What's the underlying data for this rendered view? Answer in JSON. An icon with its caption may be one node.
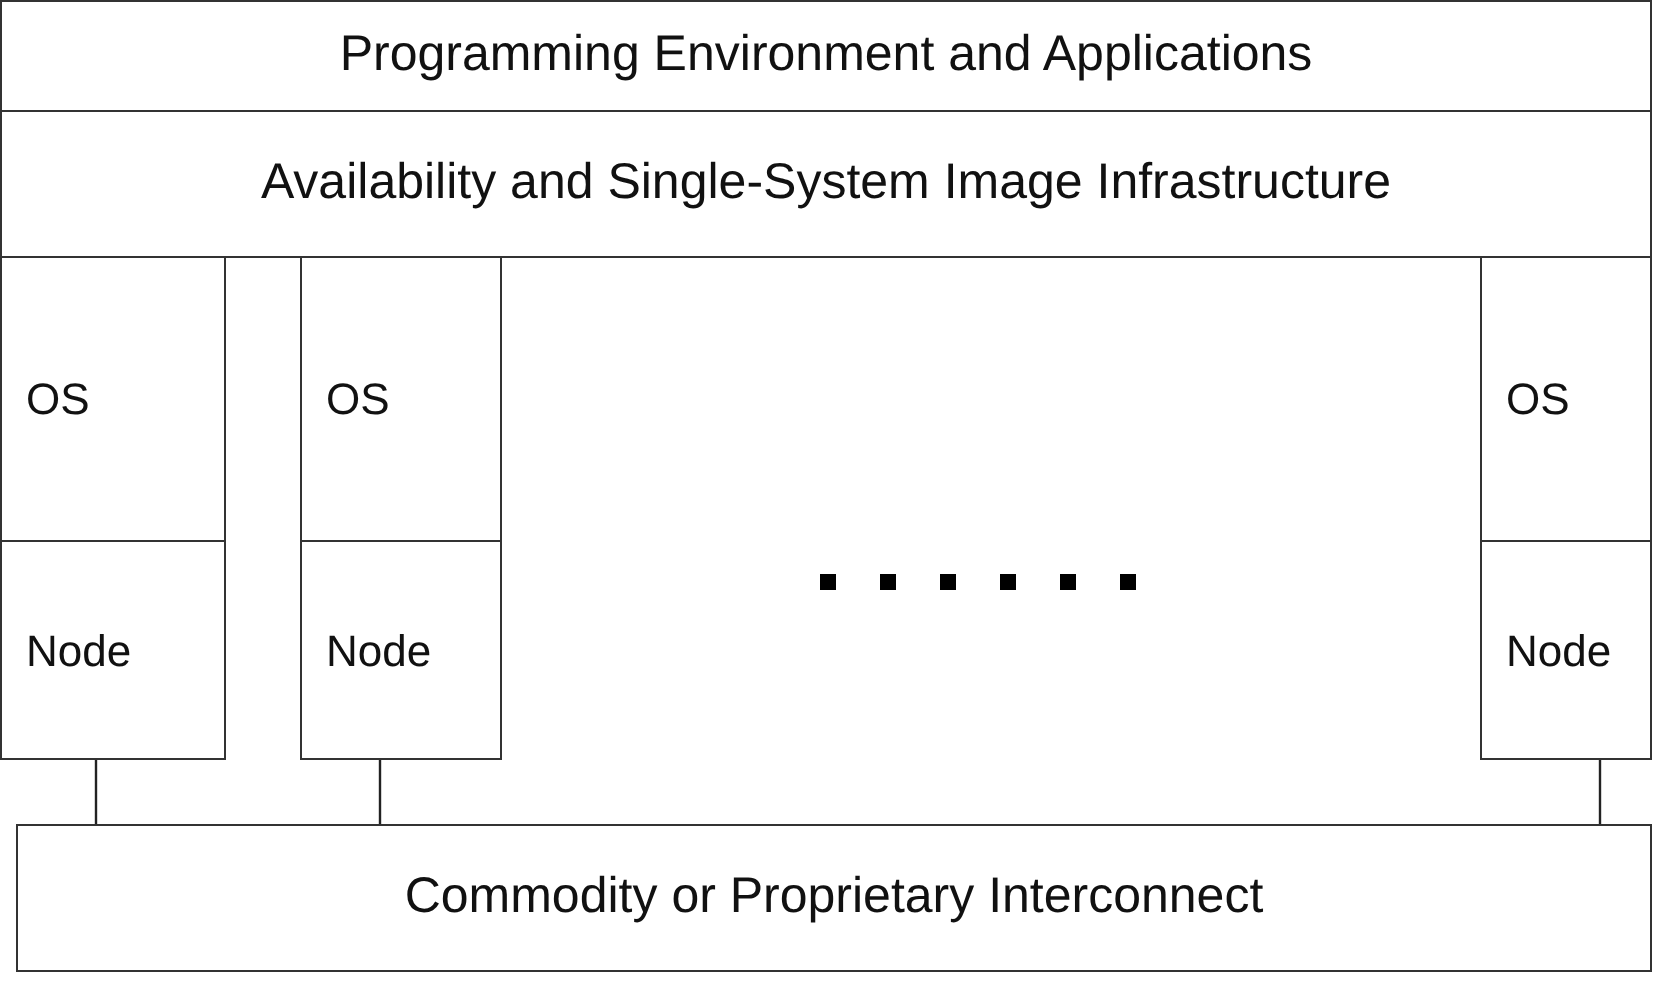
{
  "diagram": {
    "nodes": [
      {
        "text": [
          "Programming Environment and Applications"
        ]
      },
      {
        "text": [
          "Availability and Single-System Image Infrastructure"
        ]
      },
      {
        "text": [
          "OS"
        ]
      },
      {
        "text": [
          "Node"
        ]
      },
      {
        "text": [
          "OS"
        ]
      },
      {
        "text": [
          "Node"
        ]
      },
      {
        "text": [
          "OS"
        ]
      },
      {
        "text": [
          "Node"
        ]
      },
      {
        "text": [
          "Commodity or Proprietary Interconnect"
        ]
      }
    ],
    "edges": [
      {
        "from": 3,
        "to": 8,
        "arrow": "none"
      },
      {
        "from": 5,
        "to": 8,
        "arrow": "none"
      },
      {
        "from": 7,
        "to": 8,
        "arrow": "none"
      }
    ]
  }
}
